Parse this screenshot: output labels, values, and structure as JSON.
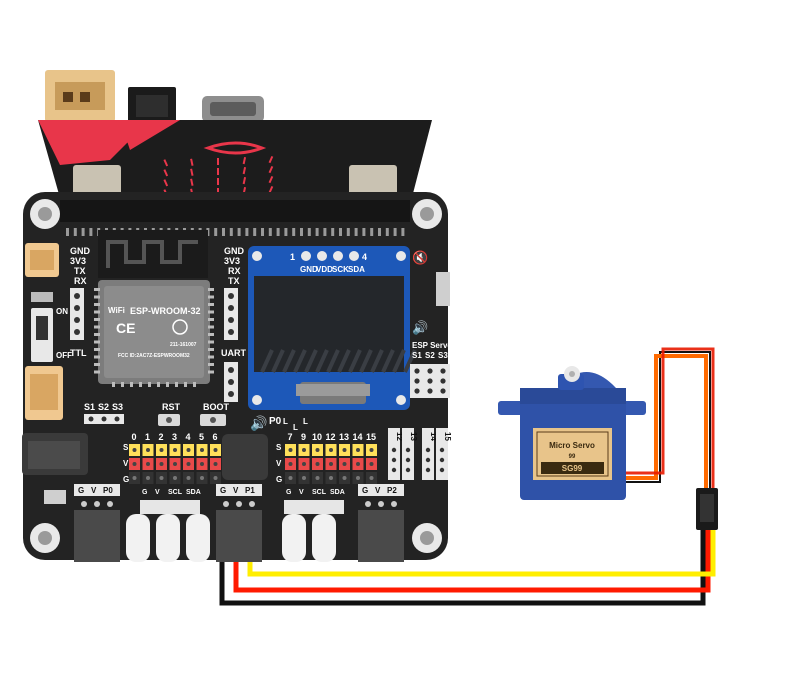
{
  "microbit": {
    "display_leds": 25
  },
  "board": {
    "left_pins": [
      "GND",
      "3V3",
      "TX",
      "RX"
    ],
    "ttl_label": "TTL",
    "right_pins": [
      "GND",
      "3V3",
      "RX",
      "TX"
    ],
    "uart_label": "UART",
    "switch_on": "ON",
    "switch_off": "OFF",
    "esp_module": {
      "wifi": "WiFi",
      "title": "ESP-WROOM-32",
      "ce": "CE",
      "cert": "211-161007",
      "fcc": "FCC ID:2AC7Z-ESPWROOM32"
    },
    "s_buttons": [
      "S1",
      "S2",
      "S3"
    ],
    "rst_label": "RST",
    "boot_label": "BOOT",
    "p0_label": "P0",
    "pin_row_left": [
      "0",
      "1",
      "2",
      "3",
      "4",
      "5",
      "6"
    ],
    "pin_row_right": [
      "7",
      "9",
      "10",
      "12",
      "13",
      "14",
      "15"
    ],
    "gvs_labels": [
      "G",
      "V",
      "S"
    ],
    "side_columns": [
      "12",
      "13",
      "14",
      "15"
    ],
    "esp_servo_title": "ESP Servo",
    "esp_servo_pins": [
      "S1",
      "S2",
      "S3"
    ],
    "l_label": "L",
    "i2c_left": [
      "G",
      "V",
      "SCL",
      "SDA"
    ],
    "i2c_right": [
      "G",
      "V",
      "SCL",
      "SDA"
    ],
    "port_p0": [
      "G",
      "V",
      "P0"
    ],
    "port_p1": [
      "G",
      "V",
      "P1"
    ],
    "port_p2": [
      "G",
      "V",
      "P2"
    ]
  },
  "oled": {
    "pin_numbers": [
      "1",
      "4"
    ],
    "pins": [
      "GND",
      "VDD",
      "SCK",
      "SDA"
    ]
  },
  "servo": {
    "label_top": "Micro Servo",
    "label_num": "99",
    "label_model": "SG99"
  },
  "wires": {
    "signal": "#ffee00",
    "power": "#ff1a00",
    "ground": "#111111"
  },
  "colors": {
    "board": "#232323",
    "microbit": "#1c1c1c",
    "microbit_red": "#e8364a",
    "oled_frame": "#1d58b8",
    "servo_body": "#2f52a8",
    "pin_red": "#e84a4a",
    "pin_yellow": "#ffe05a"
  }
}
